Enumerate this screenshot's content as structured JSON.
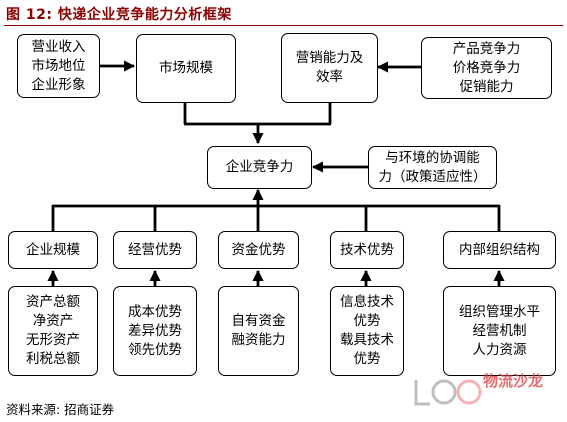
{
  "title": "图 12: 快递企业竞争能力分析框架",
  "source": "资料来源: 招商证券",
  "watermark": "物流沙龙",
  "boxes": {
    "revenue": "营业收入\n市场地位\n企业形象",
    "market_scale": "市场规模",
    "marketing": "营销能力及\n效率",
    "product": "产品竞争力\n价格竞争力\n促销能力",
    "competitiveness": "企业竞争力",
    "environment": "与环境的协调能\n力（政策适应性）",
    "enterprise_scale": "企业规模",
    "operation": "经营优势",
    "capital": "资金优势",
    "technology": "技术优势",
    "organization": "内部组织结构",
    "assets": "资产总额\n净资产\n无形资产\n利税总额",
    "cost": "成本优势\n差异优势\n领先优势",
    "financing": "自有资金\n融资能力",
    "info_tech": "信息技术\n优势\n载具技术\n优势",
    "management": "组织管理水平\n经营机制\n人力资源"
  }
}
